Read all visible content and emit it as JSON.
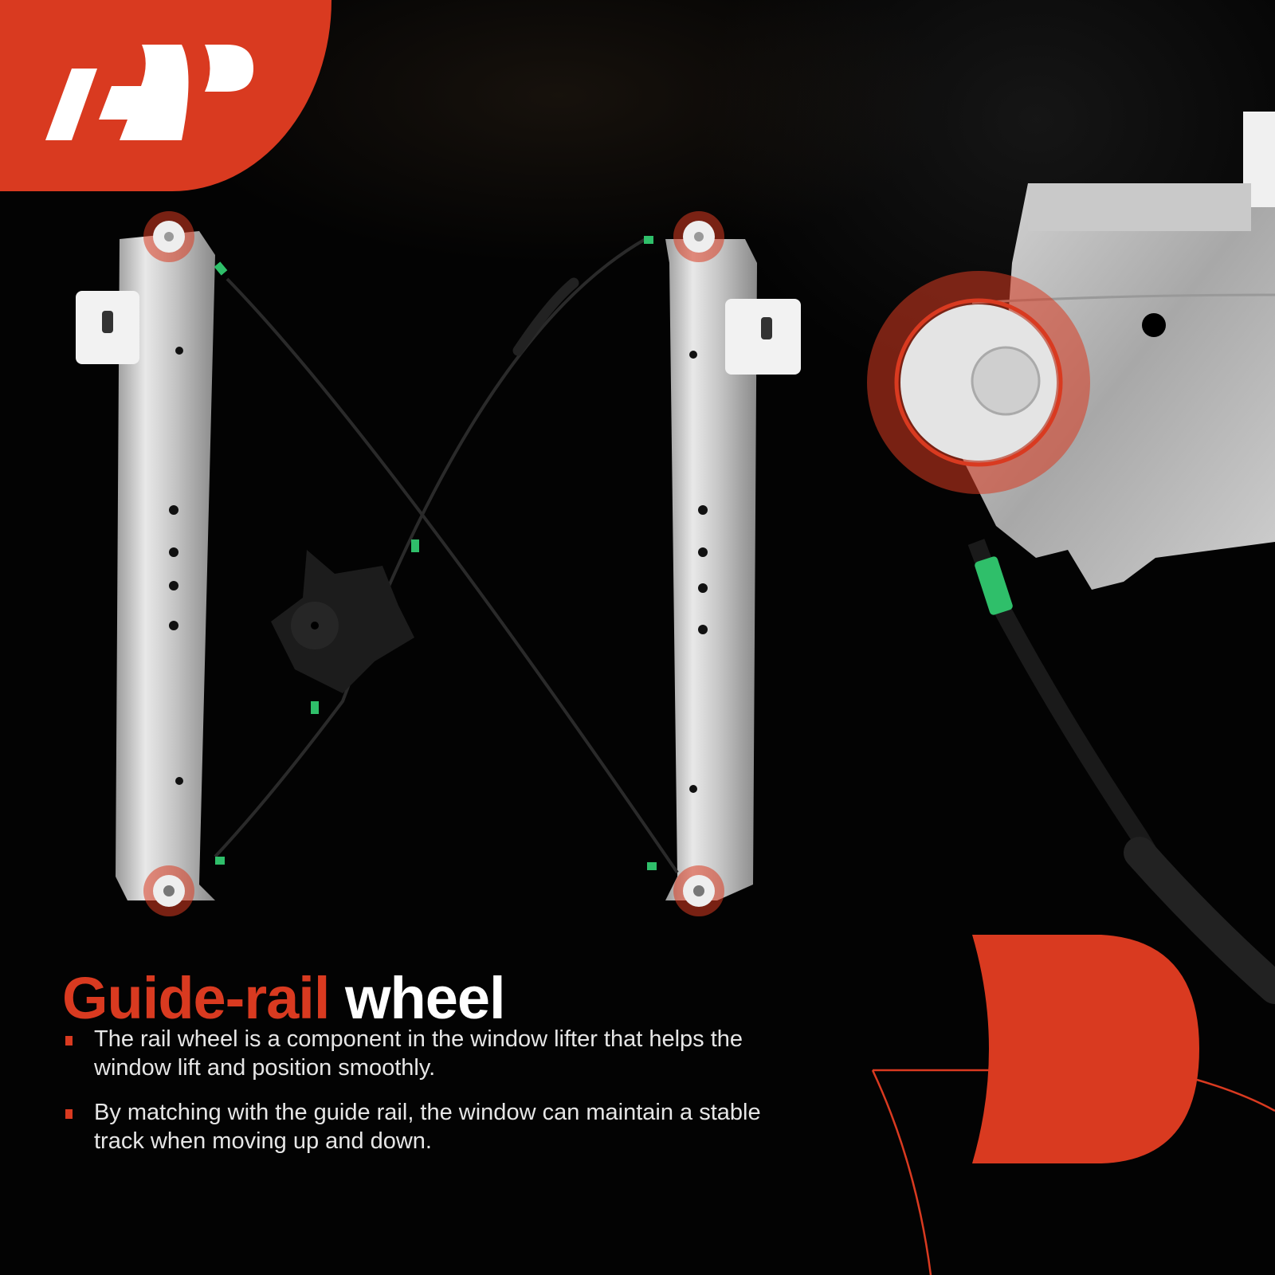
{
  "brand": {
    "logo_text": "A-P",
    "logo_icon": "a-premium-logo-icon",
    "accent_color": "#d93a20"
  },
  "headline": {
    "accent_part": "Guide-rail",
    "plain_part": "wheel"
  },
  "bullets": [
    {
      "text": "The rail wheel is a component in the window lifter that helps the window lift and position smoothly."
    },
    {
      "text": "By matching with the guide rail, the window can maintain a stable track when moving up and down."
    }
  ],
  "product": {
    "name": "window regulator",
    "callouts": [
      "top-left rail wheel",
      "top-right rail wheel",
      "bottom-left rail wheel",
      "bottom-right rail wheel",
      "close-up rail wheel"
    ]
  },
  "colors": {
    "background": "#030303",
    "accent": "#d93a20",
    "text": "#e6e6e6",
    "clip_green": "#2fbf6a"
  }
}
